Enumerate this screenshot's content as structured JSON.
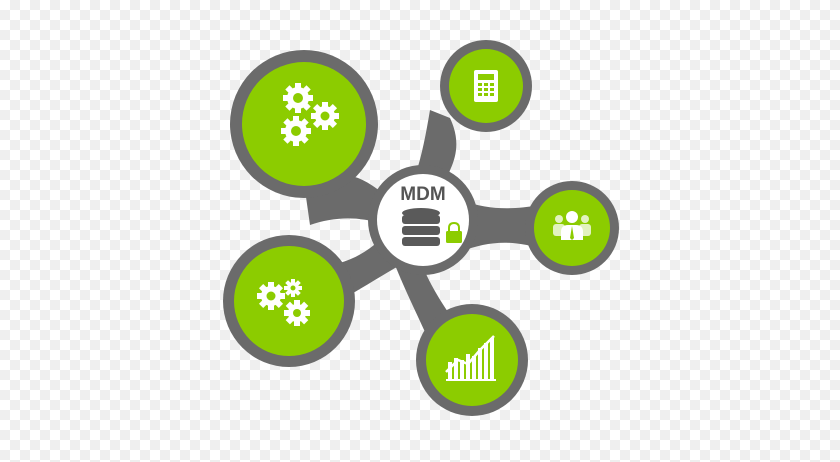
{
  "diagram": {
    "center": {
      "label": "MDM",
      "icon": "database-lock-icon"
    },
    "satellites": [
      {
        "id": "gears-large",
        "icon": "gears-icon"
      },
      {
        "id": "calculator",
        "icon": "calculator-icon"
      },
      {
        "id": "people",
        "icon": "people-icon"
      },
      {
        "id": "growth-chart",
        "icon": "bar-chart-icon"
      },
      {
        "id": "gears-small",
        "icon": "gears-icon"
      }
    ]
  },
  "colors": {
    "ring": "#6b6b6b",
    "ring_light": "#7a7a7a",
    "fill": "#8ccc00",
    "hub_fill": "#ffffff",
    "text": "#555555"
  }
}
